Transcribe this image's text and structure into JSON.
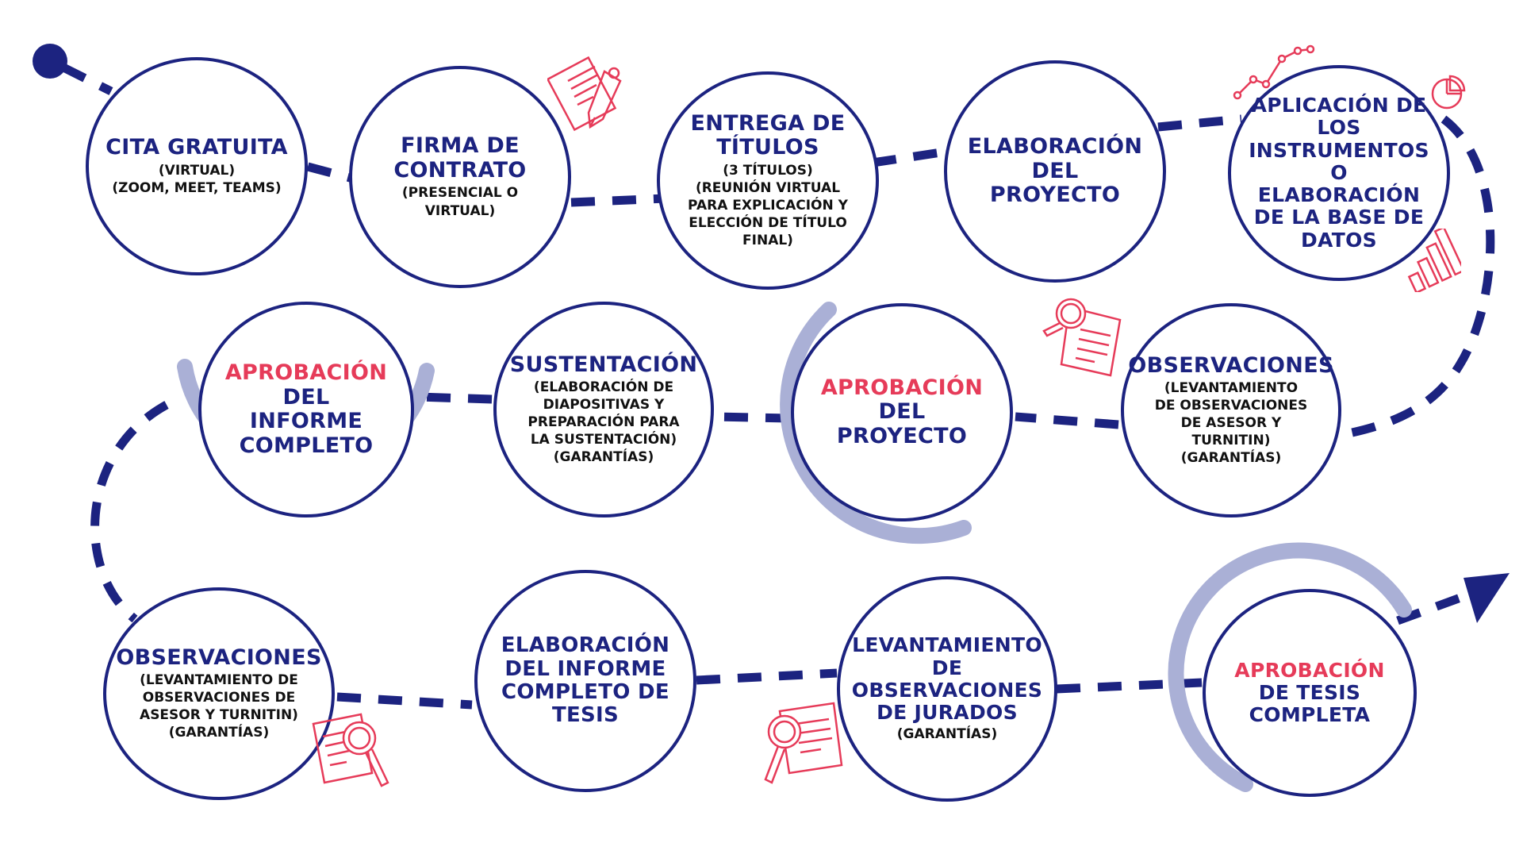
{
  "colors": {
    "primary": "#1c2380",
    "accent": "#e63b59",
    "halo": "#aab0d6",
    "text": "#111111"
  },
  "steps": [
    {
      "title": "CITA GRATUITA",
      "subtitle": "(VIRTUAL)\n(ZOOM, MEET, TEAMS)"
    },
    {
      "title": "FIRMA DE CONTRATO",
      "subtitle": "(PRESENCIAL O VIRTUAL)"
    },
    {
      "title": "ENTREGA DE TÍTULOS",
      "subtitle": "(3 TÍTULOS)\n(REUNIÓN VIRTUAL PARA EXPLICACIÓN Y ELECCIÓN DE TÍTULO FINAL)"
    },
    {
      "title": "ELABORACIÓN DEL PROYECTO",
      "subtitle": ""
    },
    {
      "title": "APLICACIÓN DE LOS INSTRUMENTOS O ELABORACIÓN DE LA BASE DE DATOS",
      "subtitle": ""
    },
    {
      "title": "OBSERVACIONES",
      "subtitle": "(LEVANTAMIENTO DE OBSERVACIONES DE ASESOR Y TURNITIN)\n(GARANTÍAS)"
    },
    {
      "title_highlight": "APROBACIÓN",
      "title": "DEL PROYECTO",
      "subtitle": ""
    },
    {
      "title": "SUSTENTACIÓN",
      "subtitle": "(ELABORACIÓN DE DIAPOSITIVAS Y PREPARACIÓN PARA LA SUSTENTACIÓN)\n(GARANTÍAS)"
    },
    {
      "title_highlight": "APROBACIÓN",
      "title": "DEL INFORME COMPLETO",
      "subtitle": ""
    },
    {
      "title": "OBSERVACIONES",
      "subtitle": "(LEVANTAMIENTO DE OBSERVACIONES DE ASESOR Y TURNITIN)\n(GARANTÍAS)"
    },
    {
      "title": "ELABORACIÓN DEL INFORME COMPLETO DE TESIS",
      "subtitle": ""
    },
    {
      "title": "LEVANTAMIENTO DE OBSERVACIONES DE JURADOS",
      "subtitle": "(GARANTÍAS)"
    },
    {
      "title_highlight": "APROBACIÓN",
      "title": "DE TESIS COMPLETA",
      "subtitle": ""
    }
  ],
  "icons": [
    "document-pen-icon",
    "line-chart-icon",
    "pie-chart-icon",
    "bar-chart-icon",
    "search-document-icon",
    "search-document-icon",
    "search-document-icon"
  ]
}
